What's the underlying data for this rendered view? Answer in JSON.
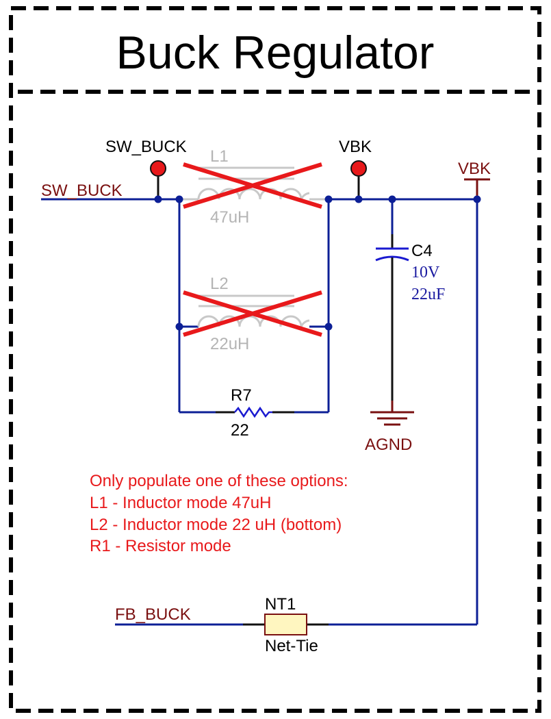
{
  "title": "Buck Regulator",
  "nets": {
    "sw_buck_left": "SW_BUCK",
    "vbk_port": "VBK",
    "fb_buck": "FB_BUCK",
    "agnd": "AGND"
  },
  "testpoints": {
    "sw_buck": "SW_BUCK",
    "vbk": "VBK"
  },
  "components": {
    "l1": {
      "ref": "L1",
      "value": "47uH"
    },
    "l2": {
      "ref": "L2",
      "value": "22uH"
    },
    "r7": {
      "ref": "R7",
      "value": "22"
    },
    "c4": {
      "ref": "C4",
      "voltage": "10V",
      "value": "22uF"
    },
    "nt1": {
      "ref": "NT1",
      "value": "Net-Tie"
    }
  },
  "note": {
    "lines": [
      "Only populate one of these options:",
      "L1 - Inductor mode 47uH",
      "L2 - Inductor mode 22 uH (bottom)",
      "R1 - Resistor mode"
    ]
  },
  "colors": {
    "wire": "#0c1f96",
    "net_label": "#7a1010",
    "dnp_cross": "#e8191b",
    "testpoint": "#e8191b",
    "note_text": "#e8191b",
    "net_tie_fill": "#fff6c0"
  }
}
